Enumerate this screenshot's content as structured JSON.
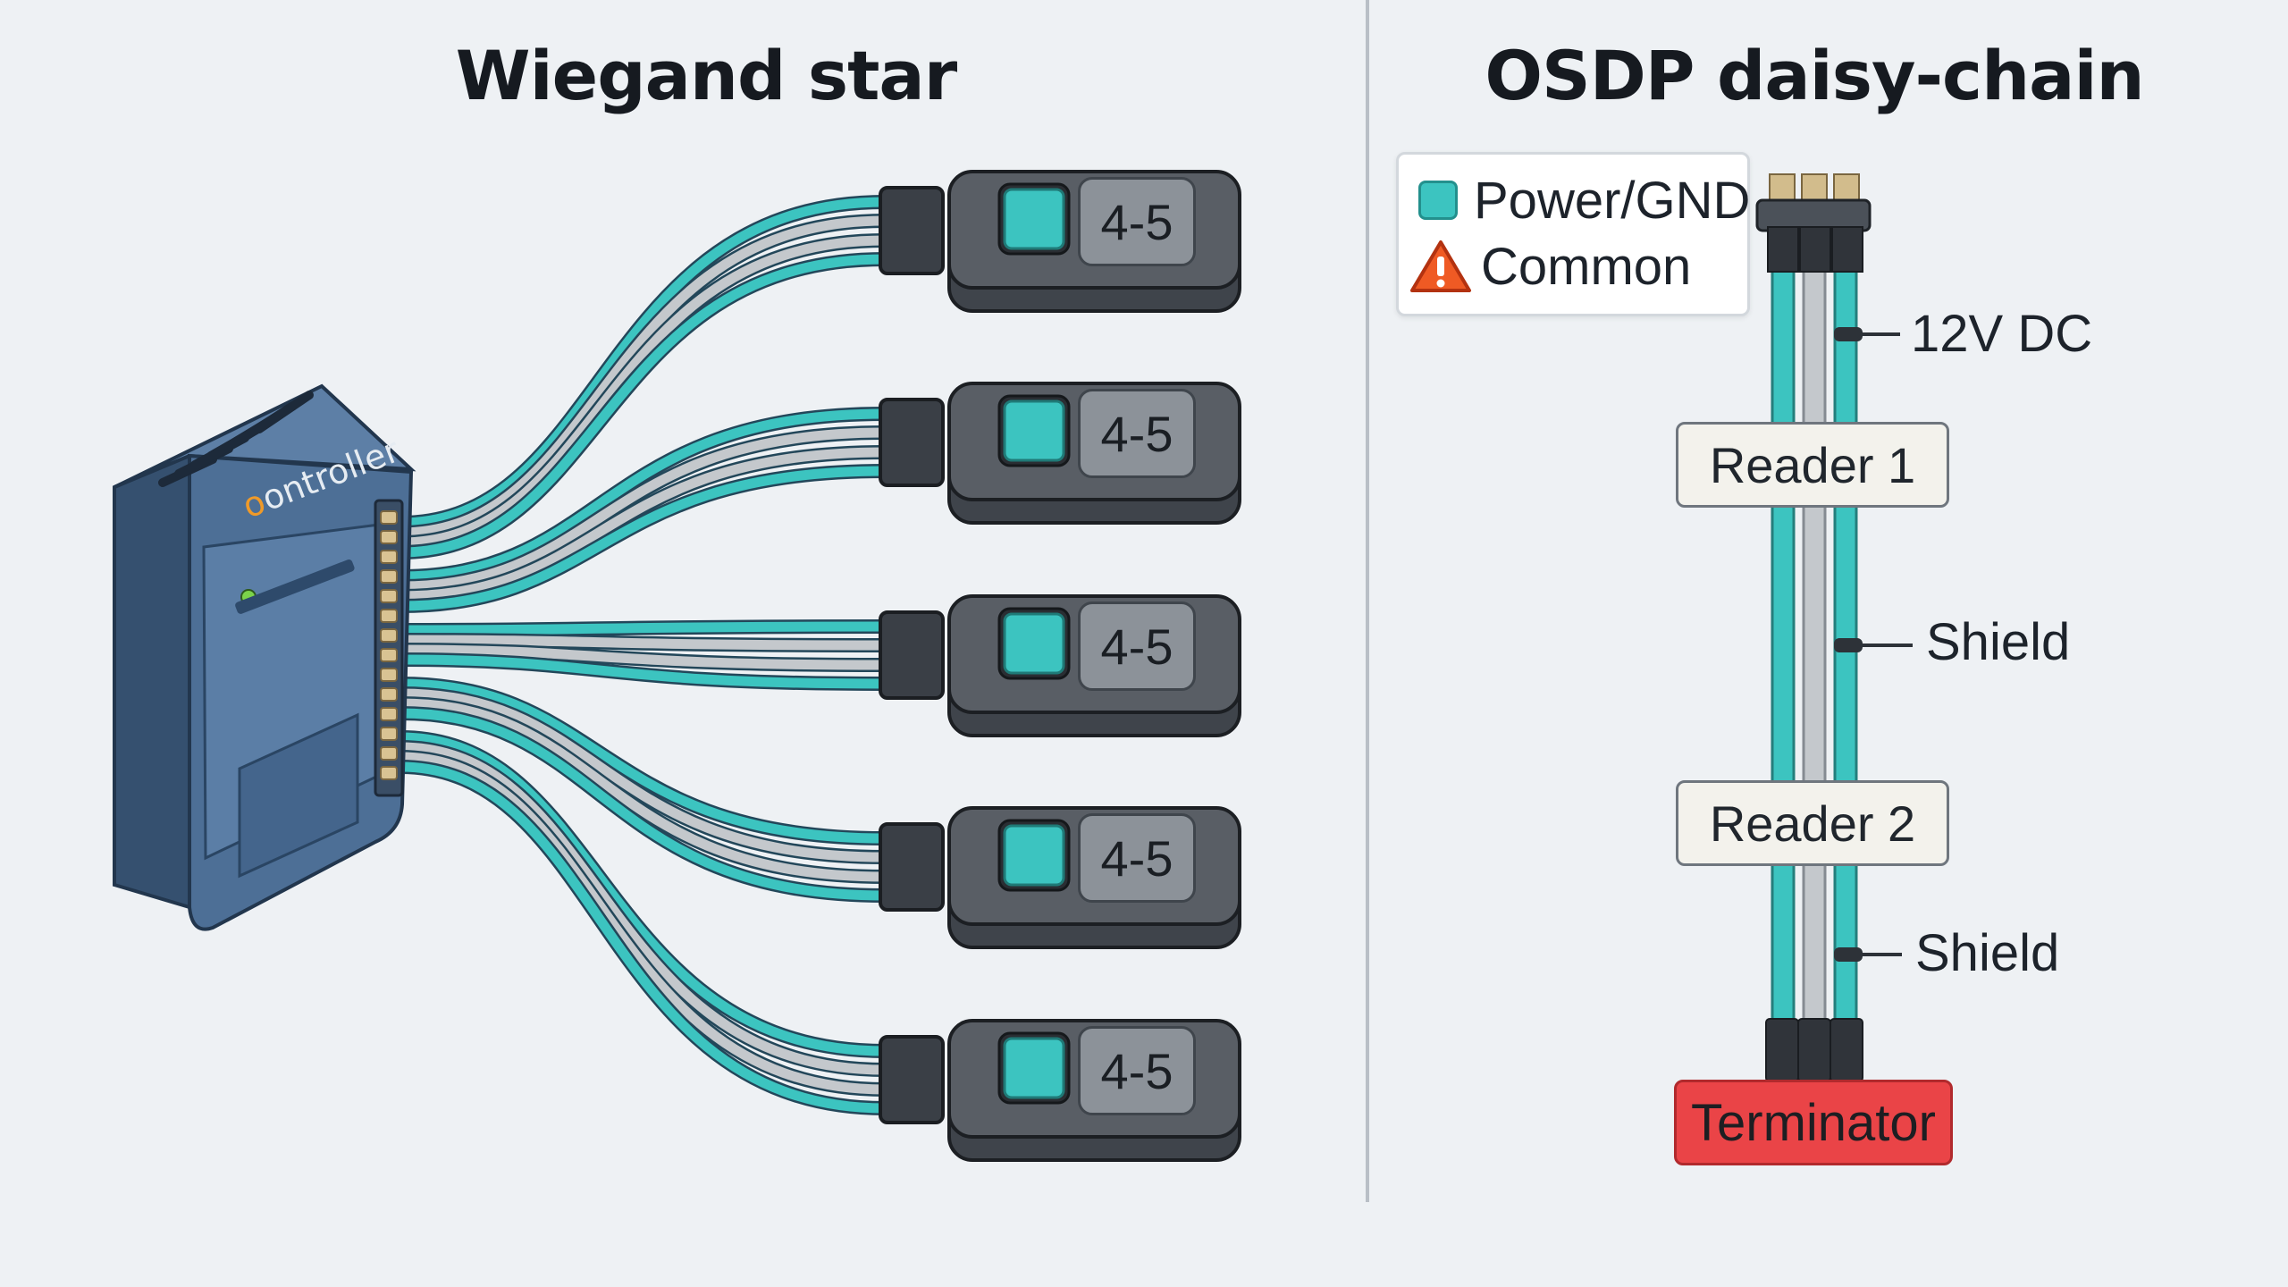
{
  "left_panel": {
    "title": "Wiegand star",
    "controller": {
      "label": "ontroller",
      "label_accent": "o"
    },
    "readers": [
      {
        "label": "4-5"
      },
      {
        "label": "4-5"
      },
      {
        "label": "4-5"
      },
      {
        "label": "4-5"
      },
      {
        "label": "4-5"
      }
    ]
  },
  "right_panel": {
    "title": "OSDP daisy-chain",
    "legend": [
      {
        "label": "Power/GND",
        "icon": "teal-square-icon"
      },
      {
        "label": "Common",
        "icon": "warning-triangle-icon"
      }
    ],
    "wire_labels": {
      "power": "12V DC",
      "shield_1": "Shield",
      "shield_2": "Shield"
    },
    "nodes": {
      "reader_1": "Reader 1",
      "reader_2": "Reader 2",
      "terminator": "Terminator"
    }
  },
  "colors": {
    "background": "#eef1f4",
    "teal_wire": "#3cc4c0",
    "gray_wire": "#c4c8cc",
    "controller_blue": "#4d6f96",
    "reader_body": "#595e65",
    "terminator_red": "#ea4447"
  }
}
